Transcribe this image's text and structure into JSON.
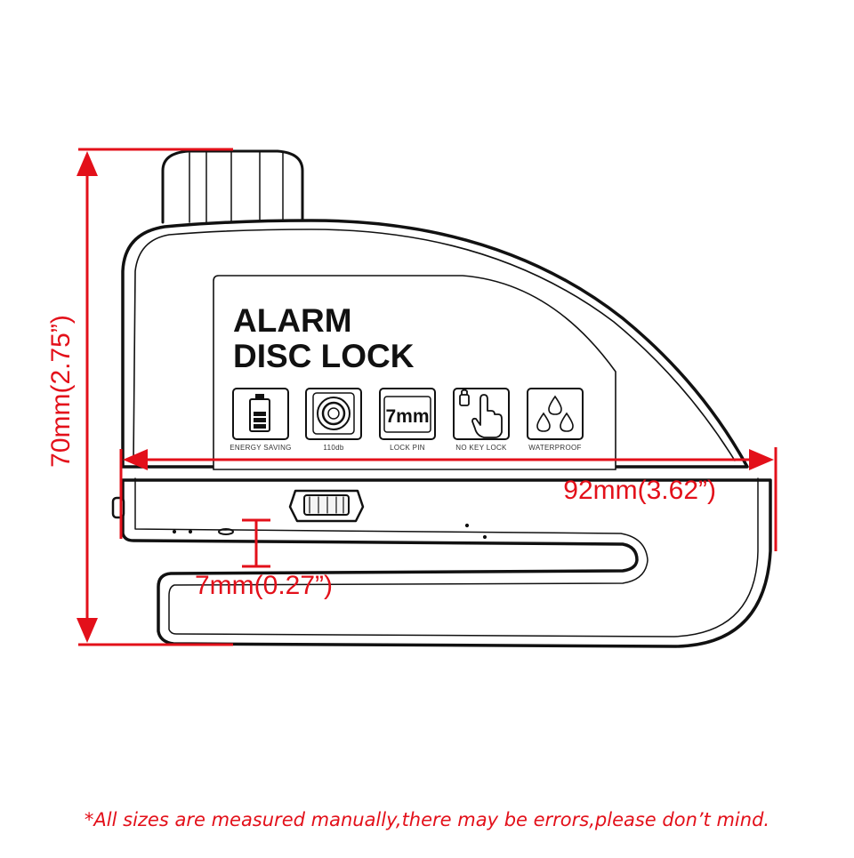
{
  "panel": {
    "title_line1": "ALARM",
    "title_line2": "DISC LOCK"
  },
  "features": [
    {
      "icon": "battery-icon",
      "caption": "ENERGY SAVING"
    },
    {
      "icon": "speaker-icon",
      "caption": "110db"
    },
    {
      "icon": "pin-size-icon",
      "label": "7mm",
      "caption": "LOCK PIN"
    },
    {
      "icon": "hand-touch-icon",
      "caption": "NO KEY LOCK"
    },
    {
      "icon": "water-drops-icon",
      "caption": "WATERPROOF"
    }
  ],
  "dimensions": {
    "height": "70mm(2.75”)",
    "width": "92mm(3.62”)",
    "pin": "7mm(0.27”)"
  },
  "disclaimer": "*All sizes are measured manually,there may be errors,please don’t mind.",
  "colors": {
    "dimension": "#e3101a",
    "outline": "#111111"
  }
}
